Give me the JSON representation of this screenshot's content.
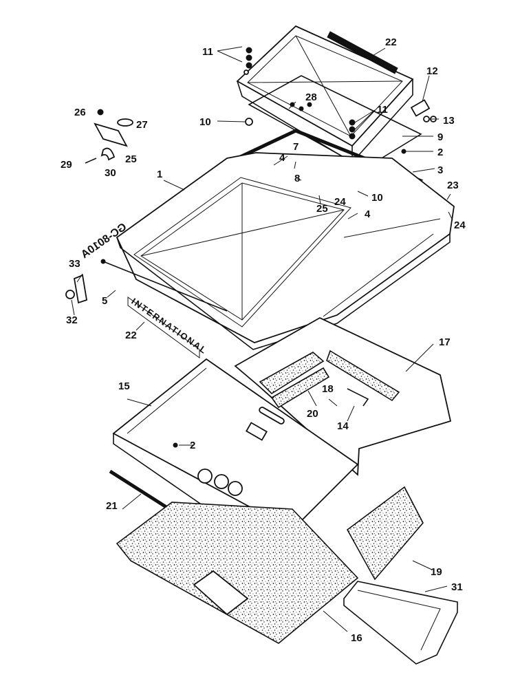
{
  "callouts": {
    "c1": "1",
    "c2a": "2",
    "c2b": "2",
    "c3": "3",
    "c4a": "4",
    "c4b": "4",
    "c5": "5",
    "c7": "7",
    "c8": "8",
    "c9": "9",
    "c10a": "10",
    "c10b": "10",
    "c11a": "11",
    "c11b": "11",
    "c12": "12",
    "c13": "13",
    "c14": "14",
    "c15": "15",
    "c16": "16",
    "c17": "17",
    "c18": "18",
    "c19": "19",
    "c20": "20",
    "c21": "21",
    "c22a": "22",
    "c22b": "22",
    "c23": "23",
    "c24a": "24",
    "c24b": "24",
    "c25a": "25",
    "c25b": "25",
    "c26": "26",
    "c27": "27",
    "c28": "28",
    "c29": "29",
    "c30": "30",
    "c31": "31",
    "c32": "32",
    "c33": "33"
  },
  "stamped_text": {
    "panel_code": "GC-8010A",
    "decal": "INTERNATIONAL"
  },
  "colors": {
    "ink": "#111111",
    "paper": "#ffffff"
  }
}
